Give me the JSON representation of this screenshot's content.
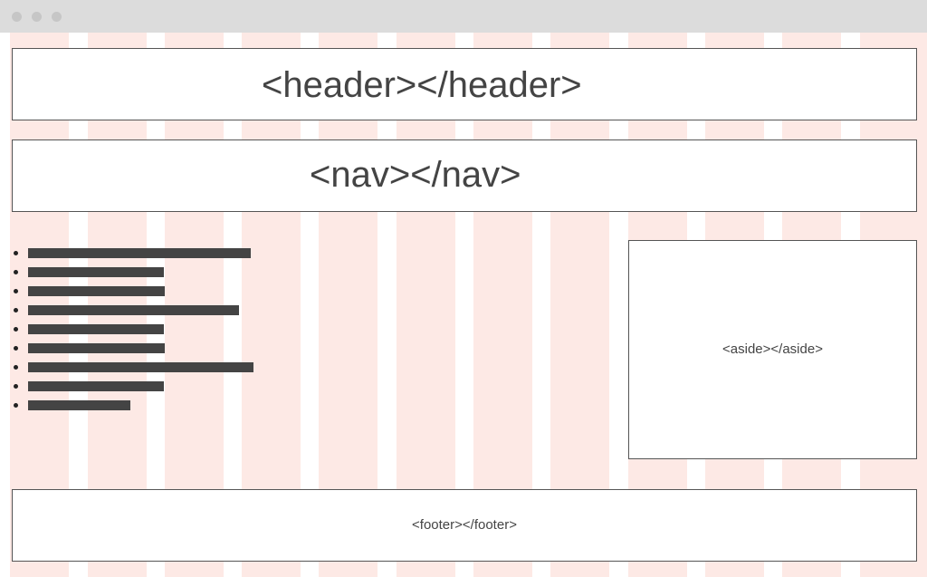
{
  "window": {
    "controls": [
      "close-dot",
      "minimize-dot",
      "maximize-dot"
    ]
  },
  "colors": {
    "grid_column": "#fde9e5",
    "box_border": "#555555",
    "text": "#444444",
    "placeholder_bar": "#444444",
    "titlebar": "#dcdcdc"
  },
  "layout_grid": {
    "columns": 12
  },
  "header": {
    "label": "<header></header>"
  },
  "nav": {
    "label": "<nav></nav>"
  },
  "aside": {
    "label": "<aside></aside>"
  },
  "footer": {
    "label": "<footer></footer>"
  },
  "list": {
    "item_count": 9,
    "items": [
      {
        "placeholder": "text-line"
      },
      {
        "placeholder": "text-line"
      },
      {
        "placeholder": "text-line"
      },
      {
        "placeholder": "text-line"
      },
      {
        "placeholder": "text-line"
      },
      {
        "placeholder": "text-line"
      },
      {
        "placeholder": "text-line"
      },
      {
        "placeholder": "text-line"
      },
      {
        "placeholder": "text-line"
      }
    ]
  }
}
